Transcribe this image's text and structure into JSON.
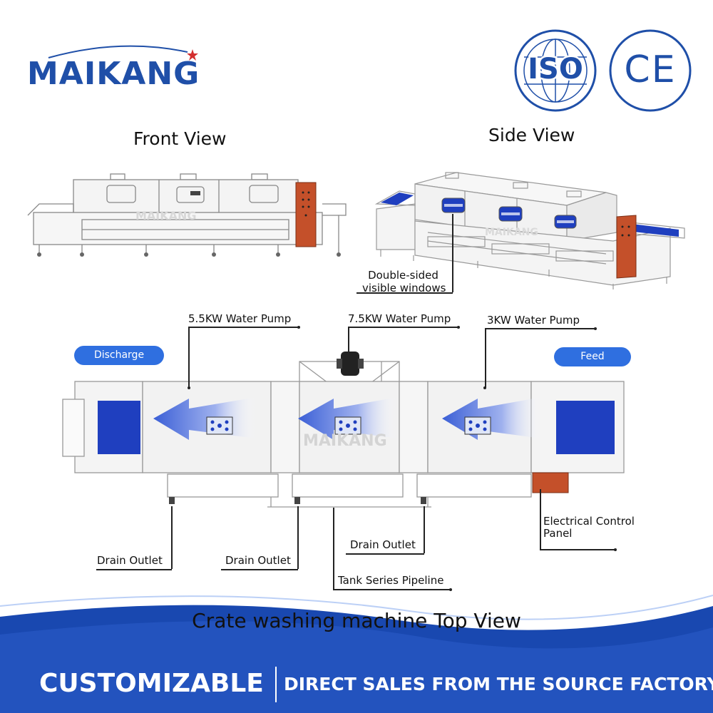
{
  "brand": {
    "name": "MAIKANG"
  },
  "certifications": [
    "ISO",
    "CE"
  ],
  "views": {
    "front_title": "Front View",
    "side_title": "Side View",
    "top_title": "Crate washing machine Top View"
  },
  "watermark": "MAIKANG",
  "callouts": {
    "windows": [
      "Double-sided",
      "visible windows"
    ],
    "pump_left": "5.5KW  Water Pump",
    "pump_mid": "7.5KW  Water Pump",
    "pump_right": "3KW  Water Pump",
    "drain_1": "Drain Outlet",
    "drain_2": "Drain Outlet",
    "drain_3": "Drain Outlet",
    "pipeline": "Tank Series Pipeline",
    "panel": [
      "Electrical Control",
      "Panel"
    ]
  },
  "buttons": {
    "discharge": "Discharge",
    "feed": "Feed"
  },
  "banner": {
    "left": "CUSTOMIZABLE",
    "right": "DIRECT SALES FROM THE SOURCE FACTORY"
  },
  "colors": {
    "brand_blue": "#1f4fa8",
    "conveyor_blue": "#1f3fbf",
    "panel_orange": "#c4502a",
    "banner_blue": "#1948b0"
  }
}
